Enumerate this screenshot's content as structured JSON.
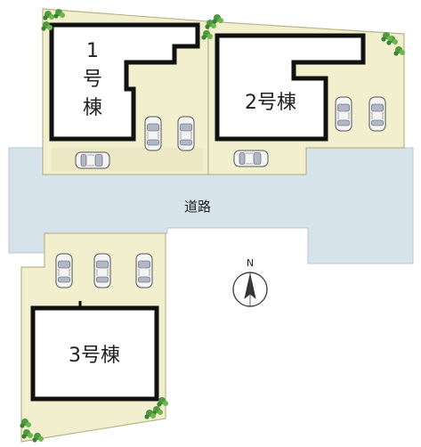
{
  "buildings": [
    {
      "label_lines": [
        "1",
        "号",
        "棟"
      ]
    },
    {
      "label": "2号棟"
    },
    {
      "label": "3号棟"
    }
  ],
  "road": {
    "label": "道路"
  },
  "compass": {
    "label": "N"
  },
  "colors": {
    "lot_fill": "#f2efcf",
    "lot_edge": "#b9b58a",
    "road_fill": "#d6e3ea",
    "building_outline": "#111111",
    "greenery": "#4f9a3d"
  }
}
